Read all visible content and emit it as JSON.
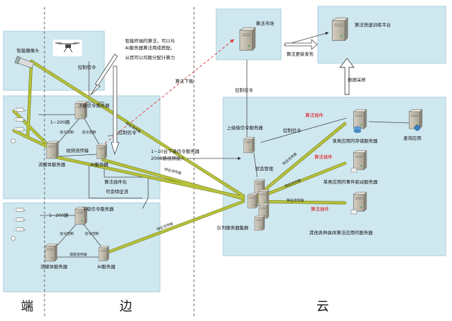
{
  "zones": {
    "edge_device": "端",
    "edge": "边",
    "cloud": "云"
  },
  "labels": {
    "smart_camera": "智能摄像头",
    "control_signal_1": "控制信令",
    "control_signal_2": "控制信令",
    "control_signal_3": "控制信令",
    "control_signal_4": "控制信令",
    "note_line1": "智能终端的算法，可以与",
    "note_line2": "AI服务器算法用成搭配。",
    "note_line3": "从而可以均衡分配计算力",
    "lower_sig_server_1": "下级信令服务器",
    "lower_sig_server_2": "下级信令服务器",
    "routes_1": "1~200路",
    "routes_2": "1~200路",
    "video_transfer_1": "视频流传输",
    "video_transfer_2": "视频流传输",
    "stream_media_1": "流媒体服务器",
    "stream_media_2": "流媒体服务器",
    "ai_server_1": "AI服务器",
    "ai_server_2": "AI服务器",
    "algo_plugin_local": "算法插件化",
    "feature_stream": "可变特征流",
    "sig_ctrl_a": "信令控制",
    "sig_ctrl_b": "信令控制",
    "sig_ctrl_c": "信令控制",
    "sig_ctrl_d": "信令控制",
    "feature_transfer": "特征流传输",
    "algo_download": "算法下载",
    "servers_access": "1~10台下级信令服务器",
    "video_access": "2000路视频接入",
    "upper_sig_server": "上级级信令服务器",
    "state_mgmt": "状态管理",
    "queue_cluster": "队列服务器集群",
    "algo_market": "算法市场",
    "algo_update": "算法更新发布",
    "training_platform": "算法快速训练平台",
    "data_sampling": "数据采样",
    "algo_plugin_1": "算法插件",
    "algo_plugin_2": "算法插件",
    "algo_plugin_3": "算法插件",
    "storage_server": "某类应用的存储服务器",
    "query_app": "查询应用",
    "event_server": "某类应用的事件驱动服务器",
    "other_server": "其他各种具体算法应用的服务器"
  },
  "colors": {
    "panel": "#cfe8f0",
    "stream": "#b8c23c",
    "alert": "#e00000"
  }
}
